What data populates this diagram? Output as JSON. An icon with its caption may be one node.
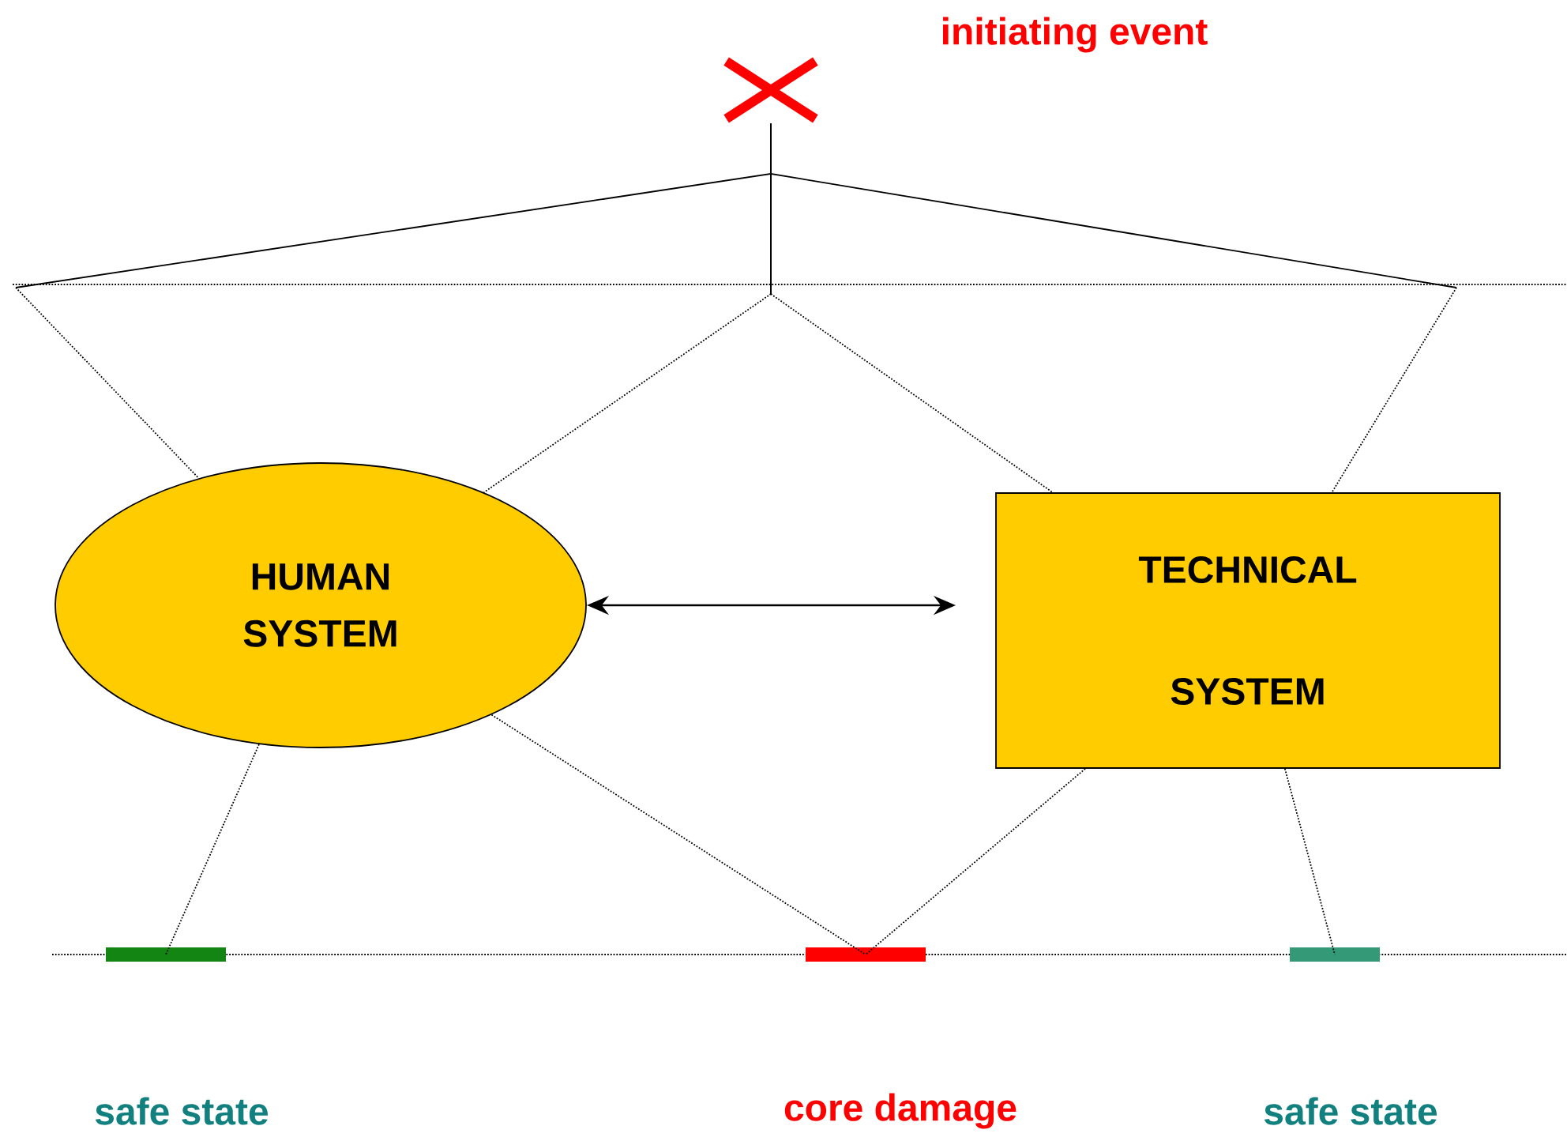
{
  "diagram": {
    "nodes": [
      {
        "text": [],
        "shape": "cross",
        "beside": [
          "initiating event"
        ]
      },
      {
        "text": [
          "HUMAN SYSTEM"
        ]
      },
      {
        "text": [
          "TECHNICAL SYSTEM"
        ]
      },
      {
        "text": [],
        "shape": "bar",
        "beside": [
          "safe state"
        ]
      },
      {
        "text": [],
        "shape": "bar",
        "beside": [
          "core damage"
        ]
      },
      {
        "text": [],
        "shape": "bar",
        "beside": [
          "safe state"
        ]
      }
    ],
    "edges": [
      {
        "from": 0,
        "to": 1,
        "arrow": "none"
      },
      {
        "from": 0,
        "to": 1,
        "arrow": "none",
        "style": "dashed"
      },
      {
        "from": 0,
        "to": 2,
        "arrow": "none",
        "style": "dashed"
      },
      {
        "from": 0,
        "to": 2,
        "arrow": "none"
      },
      {
        "from": 1,
        "to": 2,
        "arrow": "both"
      },
      {
        "from": 1,
        "to": 3,
        "arrow": "none",
        "style": "dashed"
      },
      {
        "from": 1,
        "to": 4,
        "arrow": "none",
        "style": "dashed"
      },
      {
        "from": 2,
        "to": 4,
        "arrow": "none",
        "style": "dashed"
      },
      {
        "from": 2,
        "to": 5,
        "arrow": "none",
        "style": "dashed"
      }
    ]
  }
}
